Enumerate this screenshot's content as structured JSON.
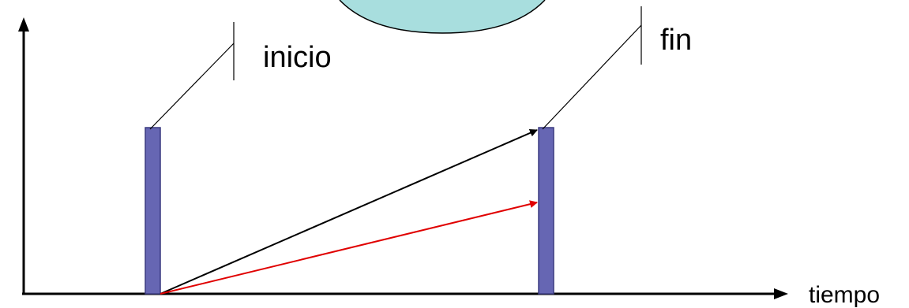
{
  "labels": {
    "start": "inicio",
    "end": "fin",
    "time_axis": "tiempo"
  },
  "colors": {
    "background": "#ffffff",
    "line": "#000000",
    "marker_fill": "#6666b3",
    "marker_stroke": "#3a3a80",
    "arrow_black": "#000000",
    "arrow_red": "#e00000",
    "bubble_fill": "#a8dede",
    "bubble_stroke": "#000000"
  }
}
